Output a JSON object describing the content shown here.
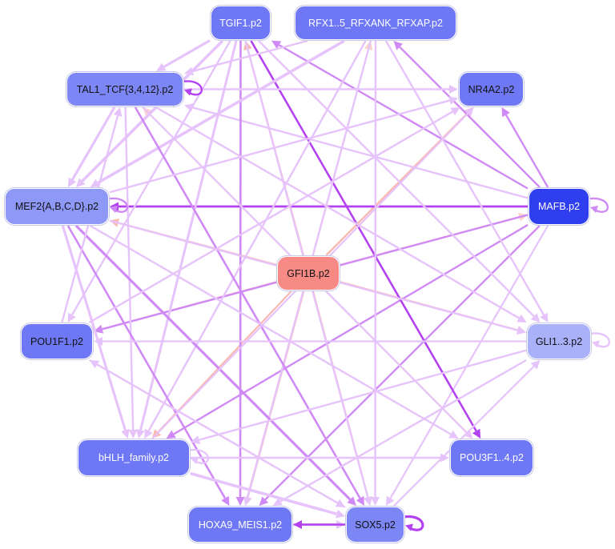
{
  "colors": {
    "edge_strong": "#b342f0",
    "edge_mid": "#d08af5",
    "edge_light": "#e6c3fb",
    "edge_peach": "#f9b9b0",
    "edge_peach_light": "#fcd2cc"
  },
  "nodes": [
    {
      "id": "tgif1",
      "label": "TGIF1.p2",
      "fill": "#6e78f5",
      "text": "#ffffff"
    },
    {
      "id": "rfx",
      "label": "RFX1..5_RFXANK_RFXAP.p2",
      "fill": "#6e78f5",
      "text": "#ffffff"
    },
    {
      "id": "tal1",
      "label": "TAL1_TCF{3,4,12}.p2",
      "fill": "#7c86f5",
      "text": "#111111"
    },
    {
      "id": "nr4a2",
      "label": "NR4A2.p2",
      "fill": "#6e78f5",
      "text": "#111111"
    },
    {
      "id": "mef2",
      "label": "MEF2{A,B,C,D}.p2",
      "fill": "#8e98f7",
      "text": "#111111"
    },
    {
      "id": "mafb",
      "label": "MAFB.p2",
      "fill": "#2f3ff0",
      "text": "#ffffff"
    },
    {
      "id": "gfi1b",
      "label": "GFI1B.p2",
      "fill": "#f78a85",
      "text": "#111111"
    },
    {
      "id": "pou1f1",
      "label": "POU1F1.p2",
      "fill": "#6e78f5",
      "text": "#111111"
    },
    {
      "id": "gli",
      "label": "GLI1..3.p2",
      "fill": "#a9b1f9",
      "text": "#111111"
    },
    {
      "id": "bhlh",
      "label": "bHLH_family.p2",
      "fill": "#6e78f5",
      "text": "#ffffff"
    },
    {
      "id": "pou3f",
      "label": "POU3F1..4.p2",
      "fill": "#6e78f5",
      "text": "#ffffff"
    },
    {
      "id": "hoxa9",
      "label": "HOXA9_MEIS1.p2",
      "fill": "#6e78f5",
      "text": "#ffffff"
    },
    {
      "id": "sox5",
      "label": "SOX5.p2",
      "fill": "#7c86f5",
      "text": "#111111"
    }
  ],
  "edges": [
    {
      "from": "gfi1b",
      "to": "tgif1",
      "color": "edge_peach",
      "w": 2.2
    },
    {
      "from": "gfi1b",
      "to": "tal1",
      "color": "edge_peach_light",
      "w": 2.0
    },
    {
      "from": "gfi1b",
      "to": "nr4a2",
      "color": "edge_peach",
      "w": 2.4
    },
    {
      "from": "gfi1b",
      "to": "mef2",
      "color": "edge_peach",
      "w": 2.2
    },
    {
      "from": "gfi1b",
      "to": "mafb",
      "color": "edge_peach_light",
      "w": 2.2
    },
    {
      "from": "gfi1b",
      "to": "pou1f1",
      "color": "edge_peach",
      "w": 2.2
    },
    {
      "from": "gfi1b",
      "to": "gli",
      "color": "edge_peach",
      "w": 2.2
    },
    {
      "from": "gfi1b",
      "to": "bhlh",
      "color": "edge_peach",
      "w": 2.2
    },
    {
      "from": "gfi1b",
      "to": "pou3f",
      "color": "edge_peach",
      "w": 2.2
    },
    {
      "from": "gfi1b",
      "to": "hoxa9",
      "color": "edge_peach",
      "w": 2.8
    },
    {
      "from": "gfi1b",
      "to": "sox5",
      "color": "edge_peach",
      "w": 2.2
    },
    {
      "from": "gfi1b",
      "to": "rfx",
      "color": "edge_peach_light",
      "w": 2.0
    },
    {
      "from": "mafb",
      "to": "mef2",
      "color": "edge_strong",
      "w": 2.8
    },
    {
      "from": "mafb",
      "to": "nr4a2",
      "color": "edge_mid",
      "w": 2.4
    },
    {
      "from": "mafb",
      "to": "rfx",
      "color": "edge_mid",
      "w": 2.4
    },
    {
      "from": "mafb",
      "to": "tgif1",
      "color": "edge_mid",
      "w": 2.4
    },
    {
      "from": "mafb",
      "to": "tal1",
      "color": "edge_light",
      "w": 2.4
    },
    {
      "from": "mafb",
      "to": "pou1f1",
      "color": "edge_mid",
      "w": 2.4
    },
    {
      "from": "mafb",
      "to": "bhlh",
      "color": "edge_mid",
      "w": 2.4
    },
    {
      "from": "mafb",
      "to": "hoxa9",
      "color": "edge_mid",
      "w": 2.4
    },
    {
      "from": "mafb",
      "to": "sox5",
      "color": "edge_light",
      "w": 2.2
    },
    {
      "from": "tgif1",
      "to": "tal1",
      "color": "edge_light",
      "w": 3.2
    },
    {
      "from": "tgif1",
      "to": "mef2",
      "color": "edge_light",
      "w": 3.6
    },
    {
      "from": "tgif1",
      "to": "bhlh",
      "color": "edge_light",
      "w": 3.0
    },
    {
      "from": "tgif1",
      "to": "hoxa9",
      "color": "edge_mid",
      "w": 2.6
    },
    {
      "from": "tgif1",
      "to": "sox5",
      "color": "edge_light",
      "w": 2.4
    },
    {
      "from": "tgif1",
      "to": "pou3f",
      "color": "edge_strong",
      "w": 2.6
    },
    {
      "from": "tgif1",
      "to": "gli",
      "color": "edge_light",
      "w": 2.4
    },
    {
      "from": "tgif1",
      "to": "pou1f1",
      "color": "edge_light",
      "w": 2.4
    },
    {
      "from": "rfx",
      "to": "mef2",
      "color": "edge_light",
      "w": 3.6
    },
    {
      "from": "rfx",
      "to": "tal1",
      "color": "edge_light",
      "w": 2.4
    },
    {
      "from": "rfx",
      "to": "bhlh",
      "color": "edge_light",
      "w": 2.4
    },
    {
      "from": "rfx",
      "to": "hoxa9",
      "color": "edge_light",
      "w": 2.4
    },
    {
      "from": "rfx",
      "to": "sox5",
      "color": "edge_light",
      "w": 2.4
    },
    {
      "from": "rfx",
      "to": "gli",
      "color": "edge_light",
      "w": 2.4
    },
    {
      "from": "tal1",
      "to": "nr4a2",
      "color": "edge_light",
      "w": 2.4
    },
    {
      "from": "tal1",
      "to": "sox5",
      "color": "edge_mid",
      "w": 2.6
    },
    {
      "from": "tal1",
      "to": "gli",
      "color": "edge_light",
      "w": 2.4
    },
    {
      "from": "tal1",
      "to": "pou3f",
      "color": "edge_light",
      "w": 2.2
    },
    {
      "from": "tal1",
      "to": "mef2",
      "color": "edge_light",
      "w": 3.2
    },
    {
      "from": "tal1",
      "to": "bhlh",
      "color": "edge_light",
      "w": 2.4
    },
    {
      "from": "mef2",
      "to": "nr4a2",
      "color": "edge_light",
      "w": 2.4
    },
    {
      "from": "mef2",
      "to": "gli",
      "color": "edge_light",
      "w": 2.4
    },
    {
      "from": "mef2",
      "to": "pou3f",
      "color": "edge_light",
      "w": 2.4
    },
    {
      "from": "mef2",
      "to": "hoxa9",
      "color": "edge_mid",
      "w": 2.6
    },
    {
      "from": "mef2",
      "to": "sox5",
      "color": "edge_mid",
      "w": 3.2
    },
    {
      "from": "mef2",
      "to": "bhlh",
      "color": "edge_light",
      "w": 3.2
    },
    {
      "from": "pou1f1",
      "to": "nr4a2",
      "color": "edge_light",
      "w": 2.4
    },
    {
      "from": "pou1f1",
      "to": "sox5",
      "color": "edge_light",
      "w": 2.2
    },
    {
      "from": "pou1f1",
      "to": "tal1",
      "color": "edge_light",
      "w": 2.4
    },
    {
      "from": "gli",
      "to": "bhlh",
      "color": "edge_light",
      "w": 2.4
    },
    {
      "from": "gli",
      "to": "hoxa9",
      "color": "edge_light",
      "w": 2.4
    },
    {
      "from": "gli",
      "to": "pou1f1",
      "color": "edge_light",
      "w": 2.2
    },
    {
      "from": "bhlh",
      "to": "pou3f",
      "color": "edge_light",
      "w": 2.4
    },
    {
      "from": "bhlh",
      "to": "sox5",
      "color": "edge_light",
      "w": 3.6
    },
    {
      "from": "bhlh",
      "to": "nr4a2",
      "color": "edge_light",
      "w": 2.2
    },
    {
      "from": "hoxa9",
      "to": "sox5",
      "color": "edge_light",
      "w": 3.2
    },
    {
      "from": "sox5",
      "to": "hoxa9",
      "color": "edge_strong",
      "w": 2.6
    },
    {
      "from": "sox5",
      "to": "pou1f1",
      "color": "edge_light",
      "w": 2.4
    },
    {
      "from": "sox5",
      "to": "gli",
      "color": "edge_light",
      "w": 2.2
    }
  ],
  "self_loops": [
    {
      "node": "tal1",
      "color": "edge_strong",
      "w": 2.4
    },
    {
      "node": "mef2",
      "color": "edge_mid",
      "w": 2.4
    },
    {
      "node": "mafb",
      "color": "edge_mid",
      "w": 2.4
    },
    {
      "node": "gli",
      "color": "edge_light",
      "w": 2.4
    },
    {
      "node": "bhlh",
      "color": "edge_light",
      "w": 2.2
    },
    {
      "node": "sox5",
      "color": "edge_strong",
      "w": 3.2
    }
  ]
}
